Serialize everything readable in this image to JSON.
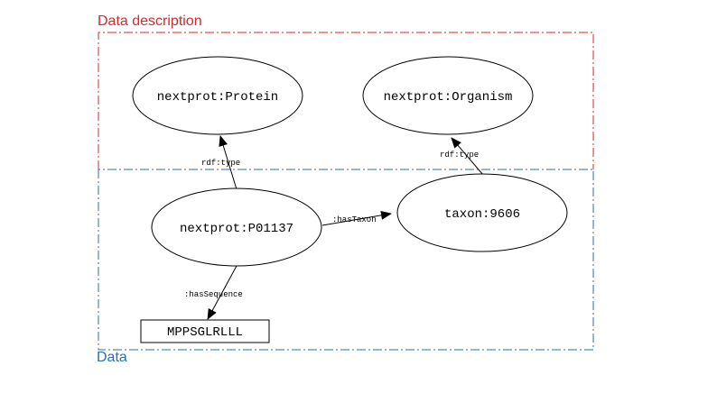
{
  "colors": {
    "description_border": "#d42a2a",
    "data_border": "#2a6fad",
    "stroke": "#000000",
    "background": "#ffffff"
  },
  "description_box": {
    "title": "Data description"
  },
  "data_box": {
    "title": "Data"
  },
  "nodes": {
    "protein_class": "nextprot:Protein",
    "organism_class": "nextprot:Organism",
    "protein_entry": "nextprot:P01137",
    "taxon_entry": "taxon:9606",
    "sequence_literal": "MPPSGLRLLL"
  },
  "edges": {
    "protein_type": "rdf:type",
    "taxon_type": "rdf:type",
    "has_taxon": ":hasTaxon",
    "has_sequence": ":hasSequence"
  }
}
